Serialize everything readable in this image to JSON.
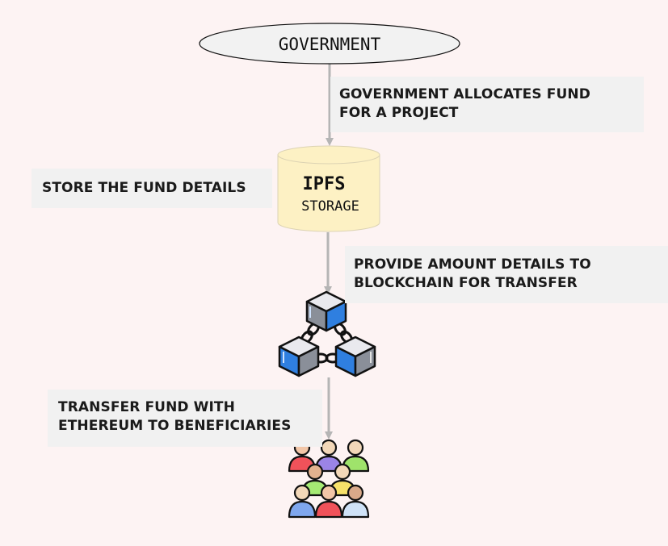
{
  "nodes": {
    "government": "GOVERNMENT",
    "ipfs_title": "IPFS",
    "ipfs_subtitle": "STORAGE"
  },
  "notes": {
    "allocate": "GOVERNMENT ALLOCATES FUND\nFOR A PROJECT",
    "store": "STORE THE FUND DETAILS",
    "provide": "PROVIDE AMOUNT DETAILS TO\nBLOCKCHAIN FOR TRANSFER",
    "transfer": "TRANSFER FUND WITH\nETHEREUM TO BENEFICIARIES"
  },
  "icons": {
    "blockchain": "blockchain-icon",
    "beneficiaries": "people-group-icon"
  },
  "colors": {
    "background": "#fdf3f3",
    "storage_fill": "#fdf1c4",
    "arrow": "#b5b5b5",
    "note_fill": "#f1f1f1",
    "cube_blue": "#2f7fe0",
    "cube_gray": "#8a8f99"
  }
}
